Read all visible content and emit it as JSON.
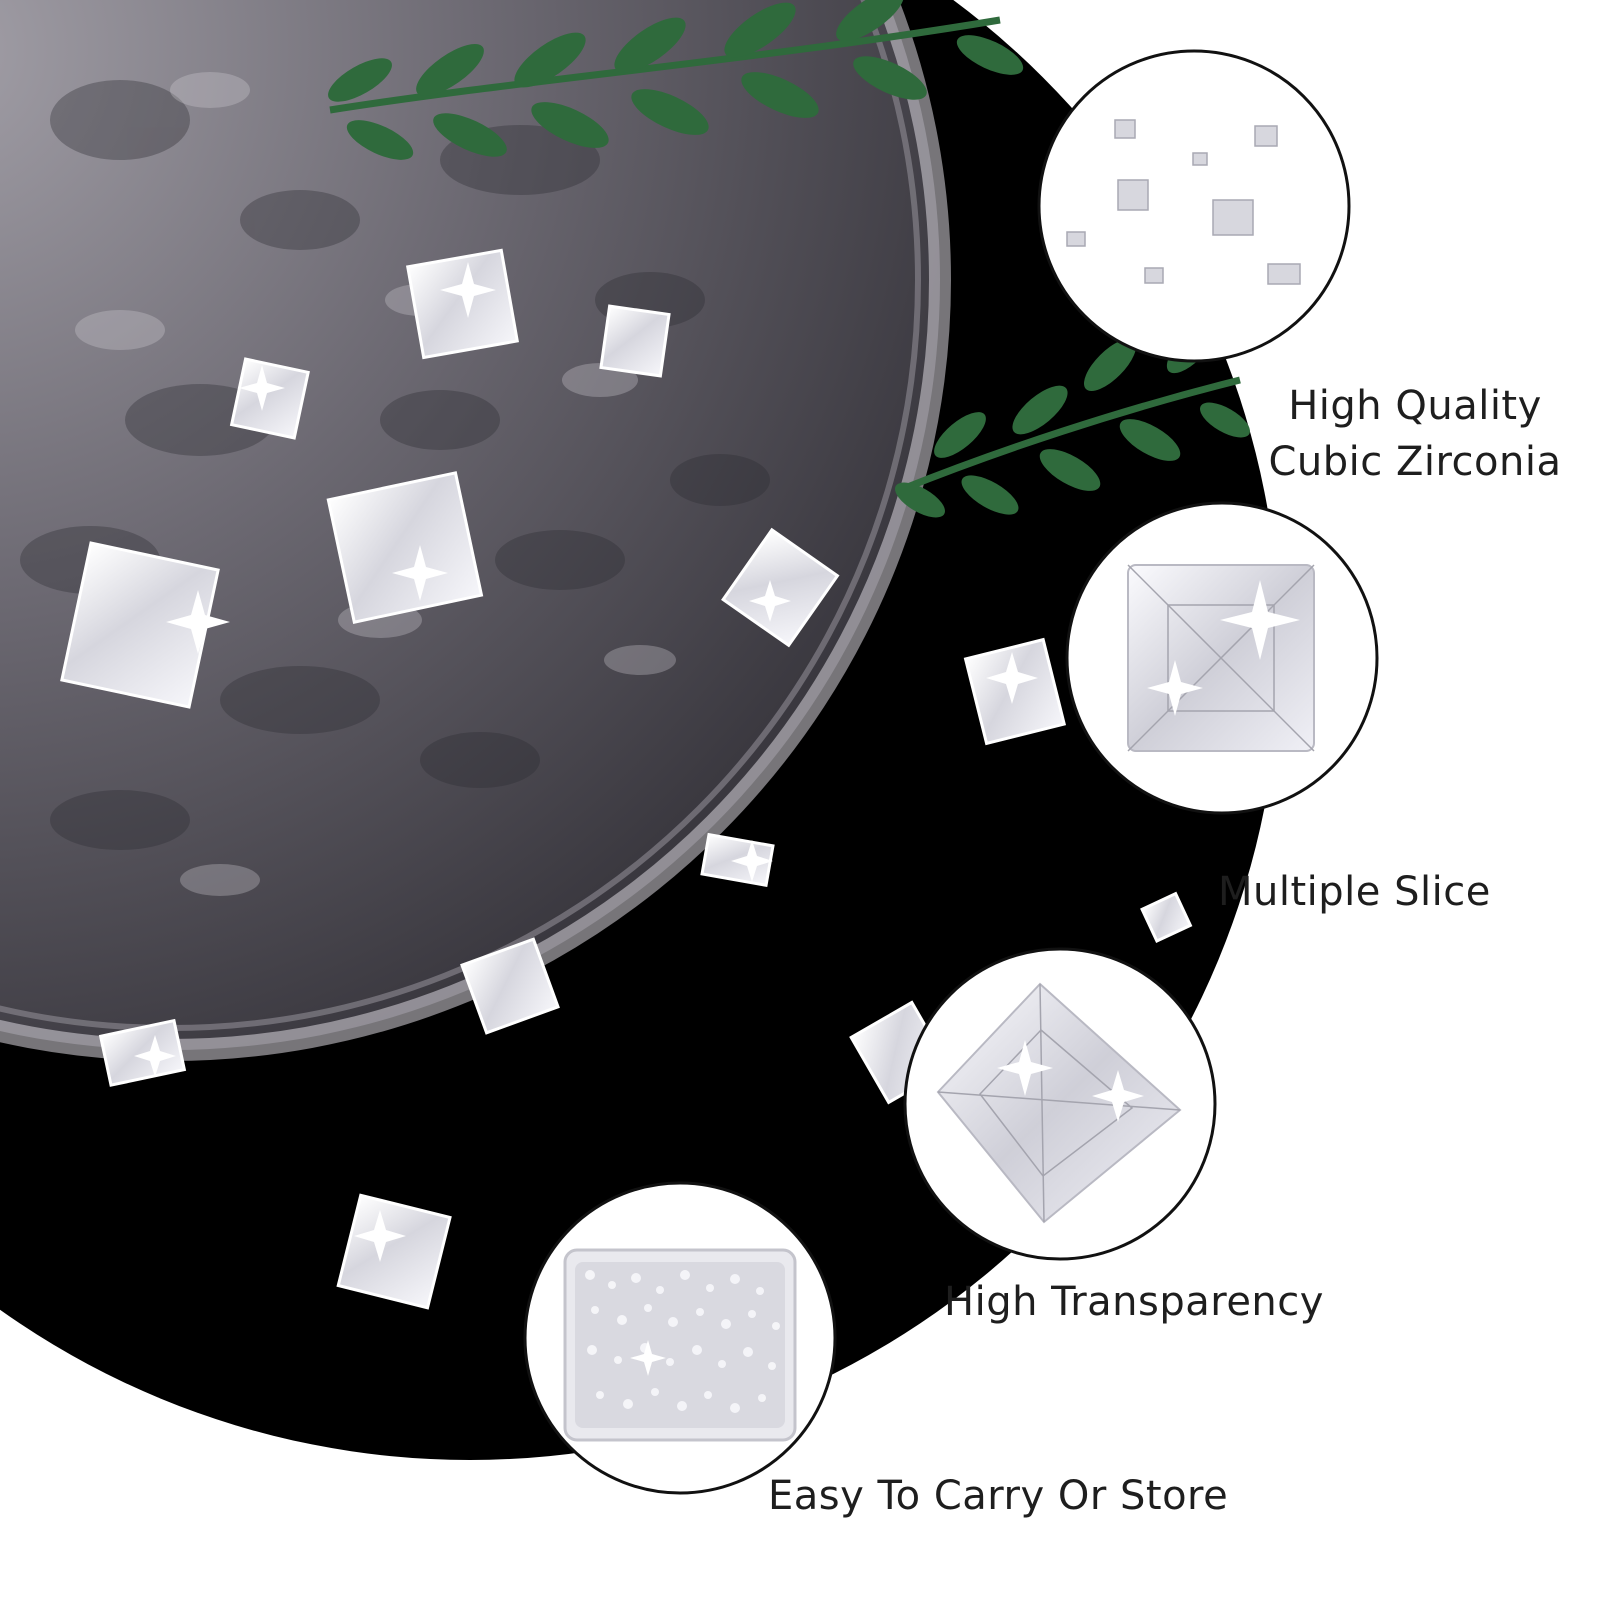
{
  "captions": {
    "quality_line1": "High Quality",
    "quality_line2": "Cubic Zirconia",
    "slice": "Multiple Slice",
    "transparency": "High Transparency",
    "store": "Easy To Carry Or Store"
  },
  "colors": {
    "background": "#ffffff",
    "velvet": "#000000",
    "glass": "#5f5c64",
    "fern": "#2f6a3c",
    "caption_text": "#1e1e1e",
    "circle_border": "#111111"
  },
  "icons": {
    "sparkle": "four-point-star"
  }
}
